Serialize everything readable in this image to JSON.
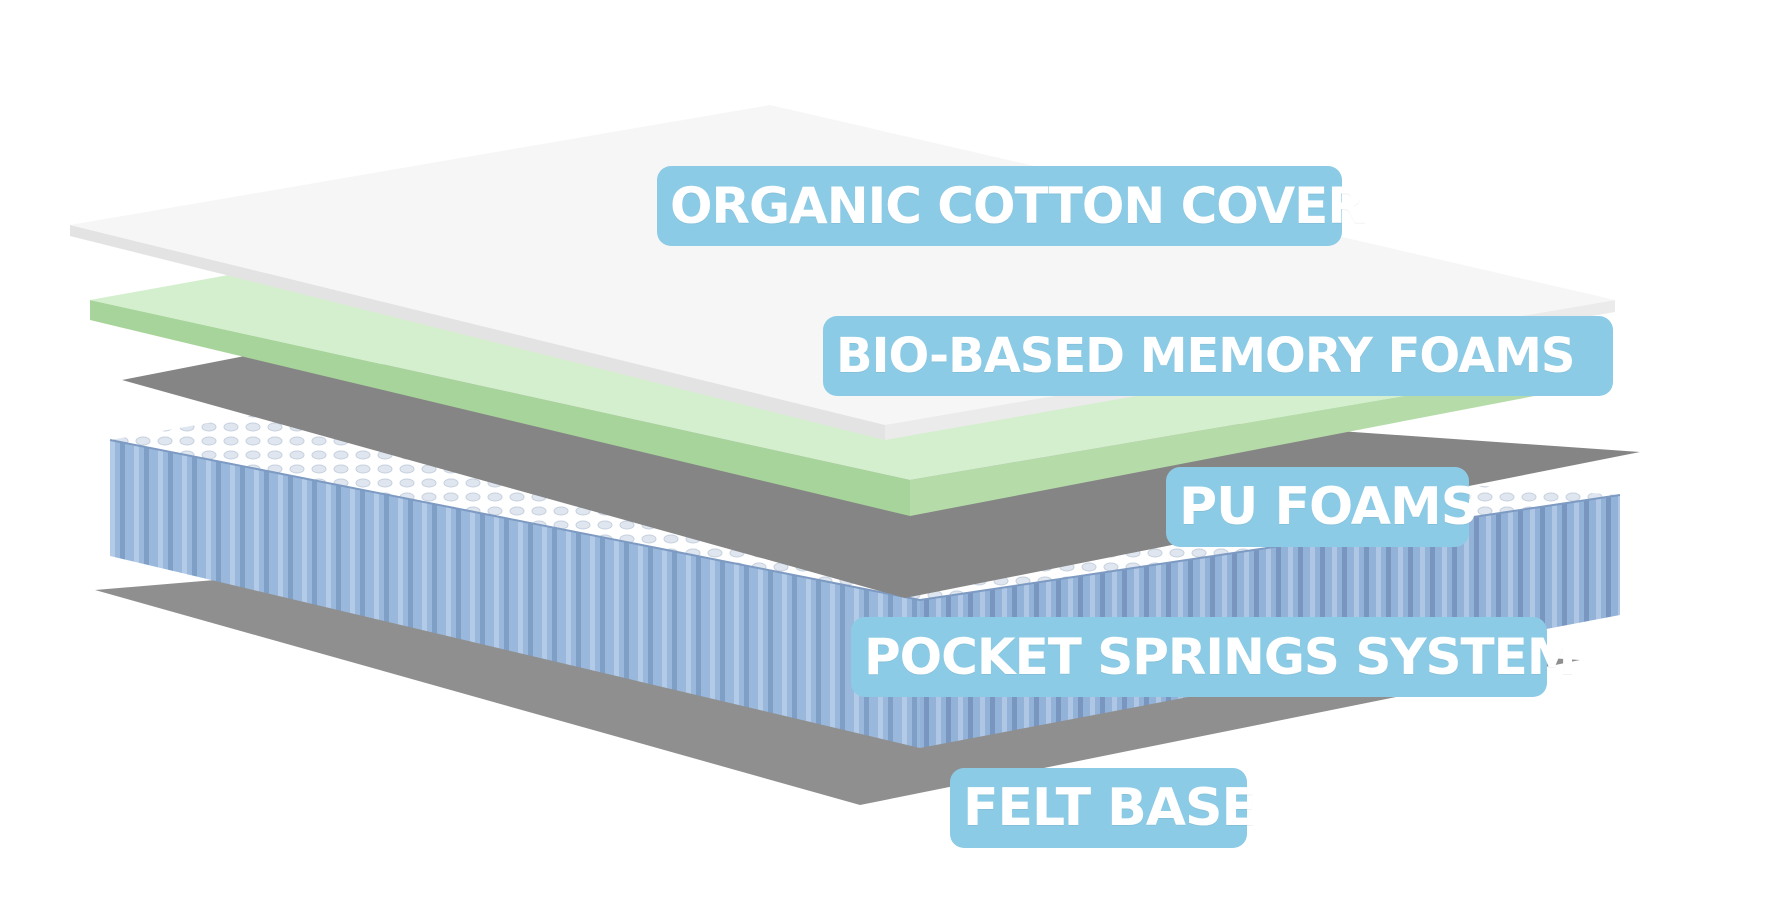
{
  "layers": [
    {
      "id": "cover",
      "label": "ORGANIC COTTON COVER"
    },
    {
      "id": "memory",
      "label": "BIO-BASED MEMORY FOAMS"
    },
    {
      "id": "pu",
      "label": "PU FOAMS"
    },
    {
      "id": "spring",
      "label": "POCKET SPRINGS SYSTEM"
    },
    {
      "id": "felt",
      "label": "FELT BASE"
    }
  ],
  "colors": {
    "label_background": "#8ccbe6",
    "label_text": "#ffffff",
    "cover": "#f6f6f6",
    "memory_foam": "#cfedc8",
    "pu_foam": "#858585",
    "springs": "#9ab8dc",
    "felt": "#8f8f8f"
  }
}
